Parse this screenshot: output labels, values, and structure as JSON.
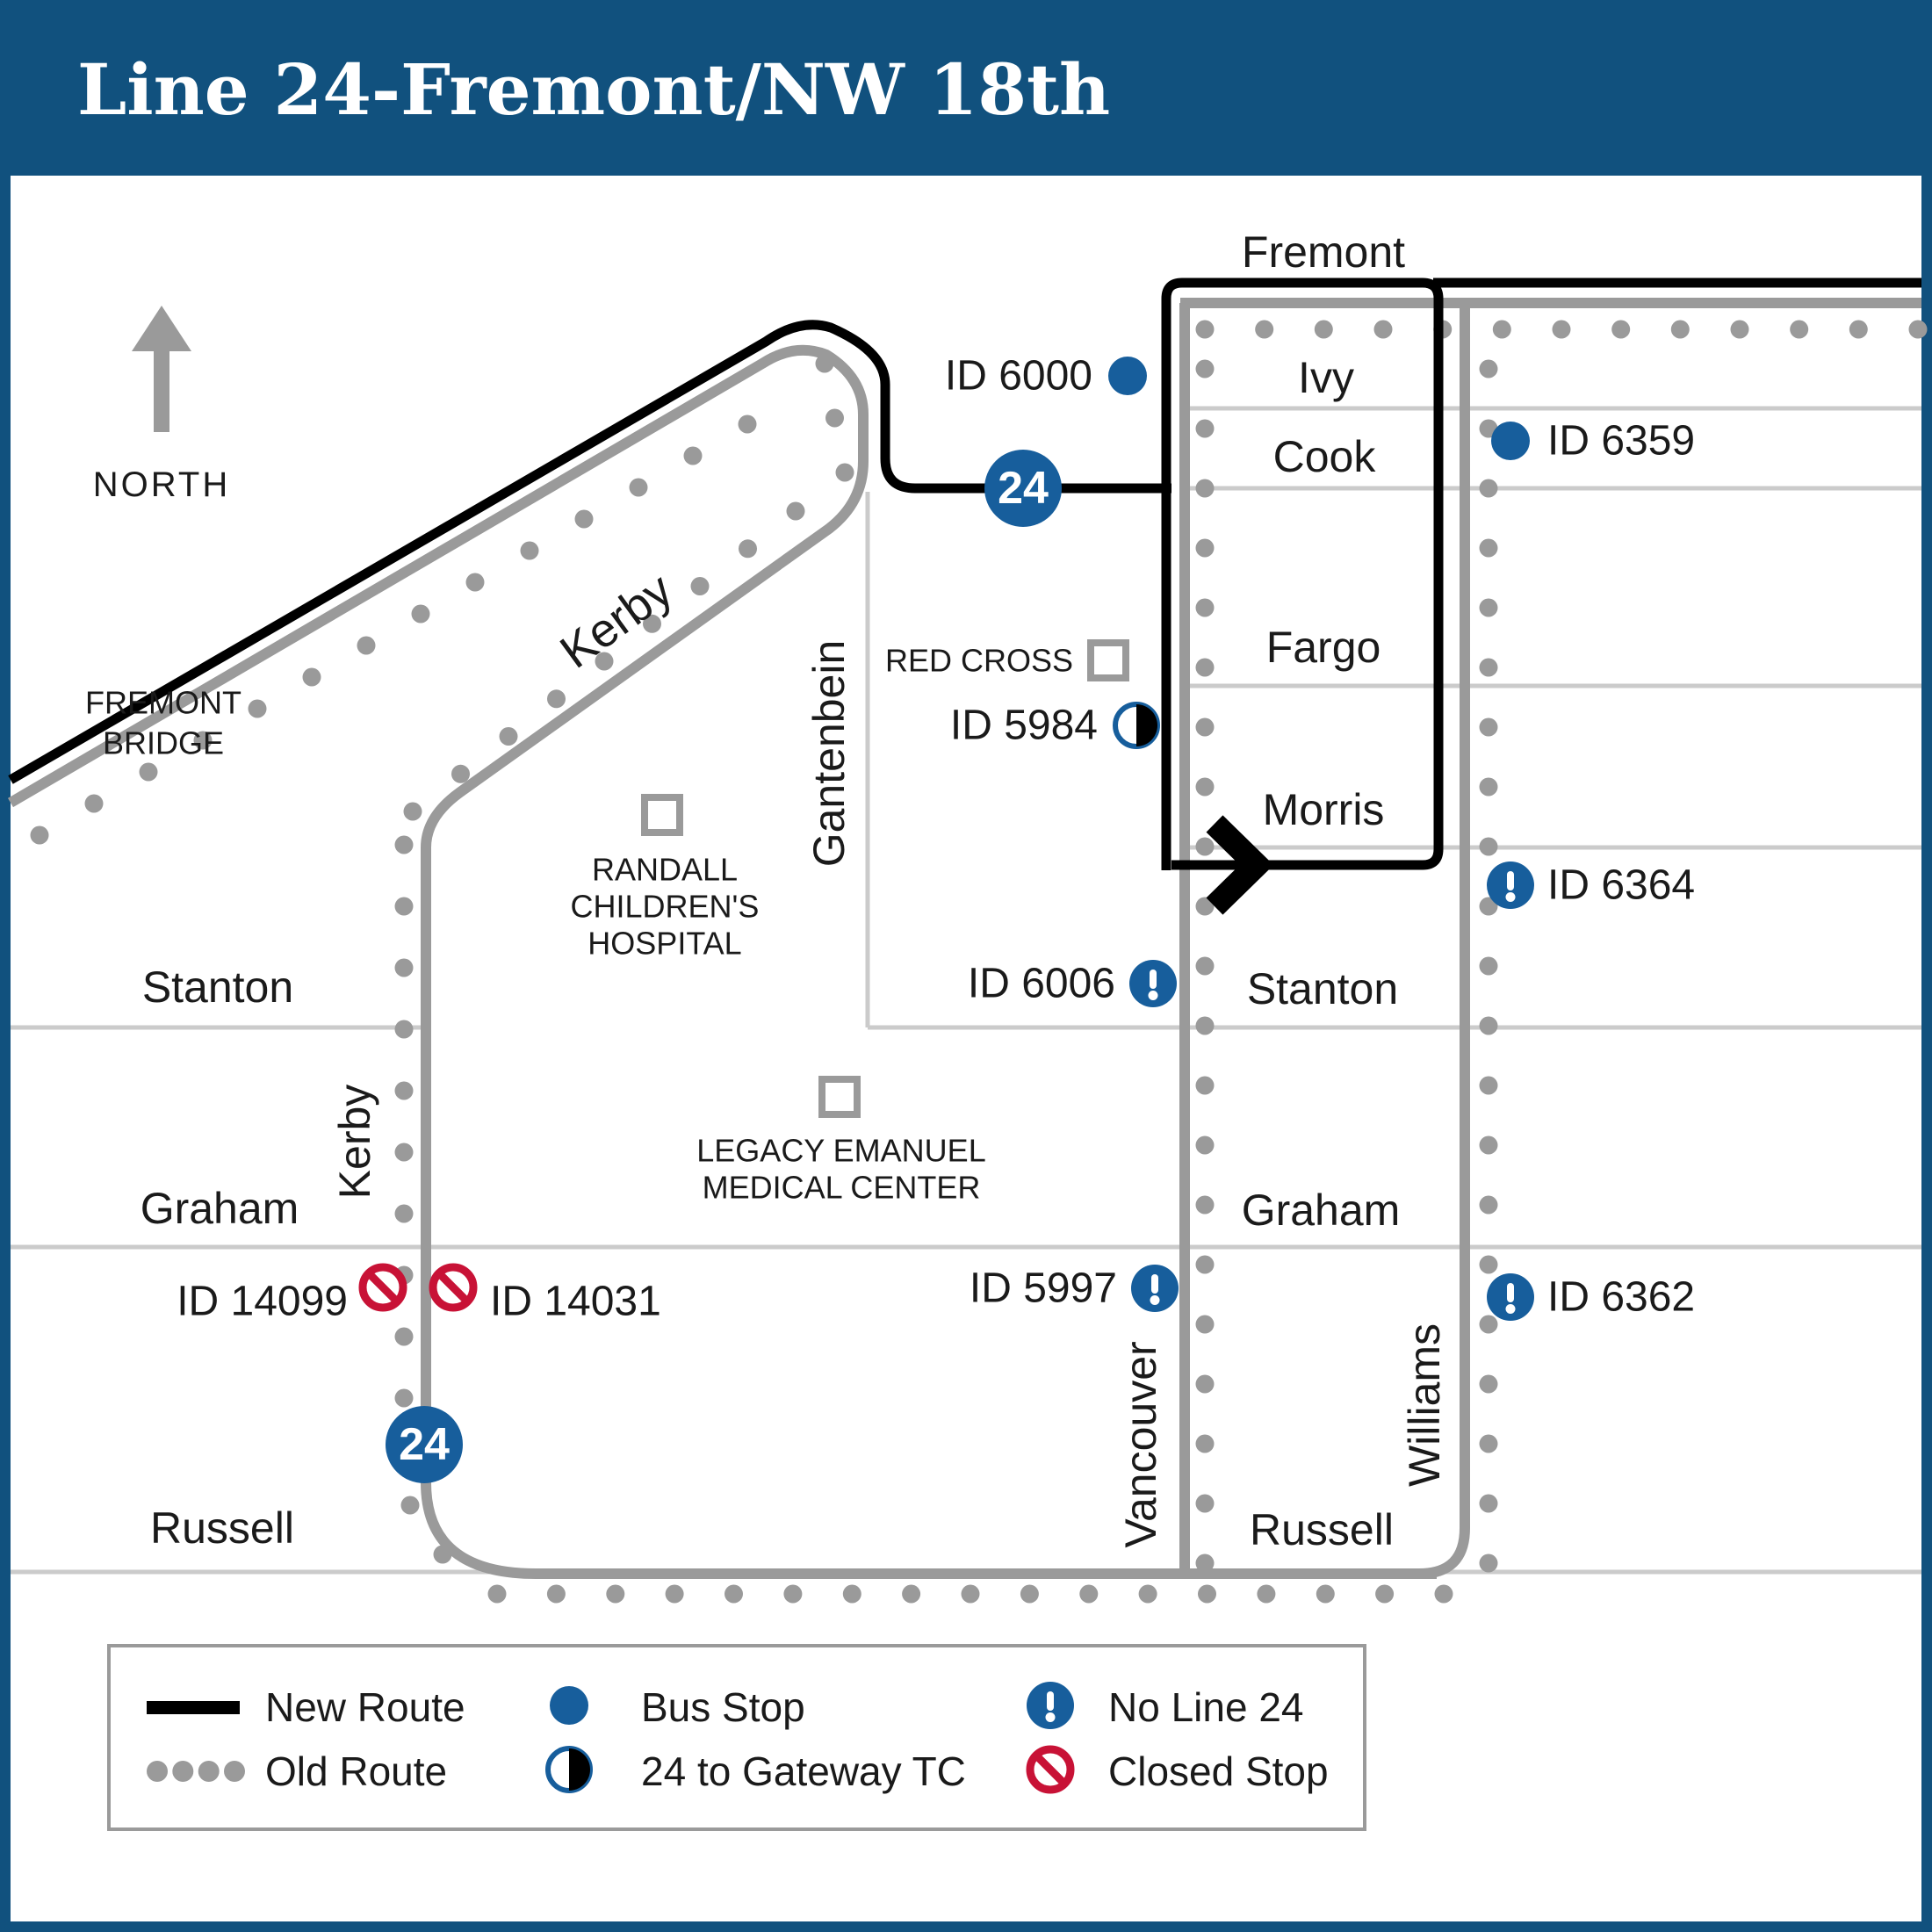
{
  "title": "Line 24-Fremont/NW 18th",
  "colors": {
    "header_blue": "#11517E",
    "accent_blue": "#175E9C",
    "closed_red": "#C81236",
    "old_route_gray": "#9A9A9A",
    "street_gray": "#CBCBCB"
  },
  "map": {
    "north_label": "NORTH",
    "bridge": [
      "FREMONT",
      "BRIDGE"
    ],
    "route_badge": "24",
    "streets": {
      "fremont": "Fremont",
      "ivy": "Ivy",
      "cook": "Cook",
      "fargo": "Fargo",
      "morris": "Morris",
      "stanton": "Stanton",
      "graham": "Graham",
      "russell": "Russell",
      "kerby": "Kerby",
      "gantenbein": "Gantenbein",
      "vancouver": "Vancouver",
      "williams": "Williams"
    },
    "landmarks": {
      "red_cross": "RED CROSS",
      "randall": [
        "RANDALL",
        "CHILDREN'S",
        "HOSPITAL"
      ],
      "legacy": [
        "LEGACY EMANUEL",
        "MEDICAL CENTER"
      ]
    },
    "stops": [
      {
        "id": "ID 6000",
        "type": "bus-stop"
      },
      {
        "id": "ID 6359",
        "type": "bus-stop"
      },
      {
        "id": "ID 5984",
        "type": "gateway"
      },
      {
        "id": "ID 6006",
        "type": "no-line"
      },
      {
        "id": "ID 6364",
        "type": "no-line"
      },
      {
        "id": "ID 5997",
        "type": "no-line"
      },
      {
        "id": "ID 6362",
        "type": "no-line"
      },
      {
        "id": "ID 14099",
        "type": "closed"
      },
      {
        "id": "ID 14031",
        "type": "closed"
      }
    ]
  },
  "legend": {
    "new_route": "New Route",
    "old_route": "Old Route",
    "bus_stop": "Bus Stop",
    "gateway": "24 to Gateway TC",
    "no_line": "No Line 24",
    "closed": "Closed Stop"
  }
}
